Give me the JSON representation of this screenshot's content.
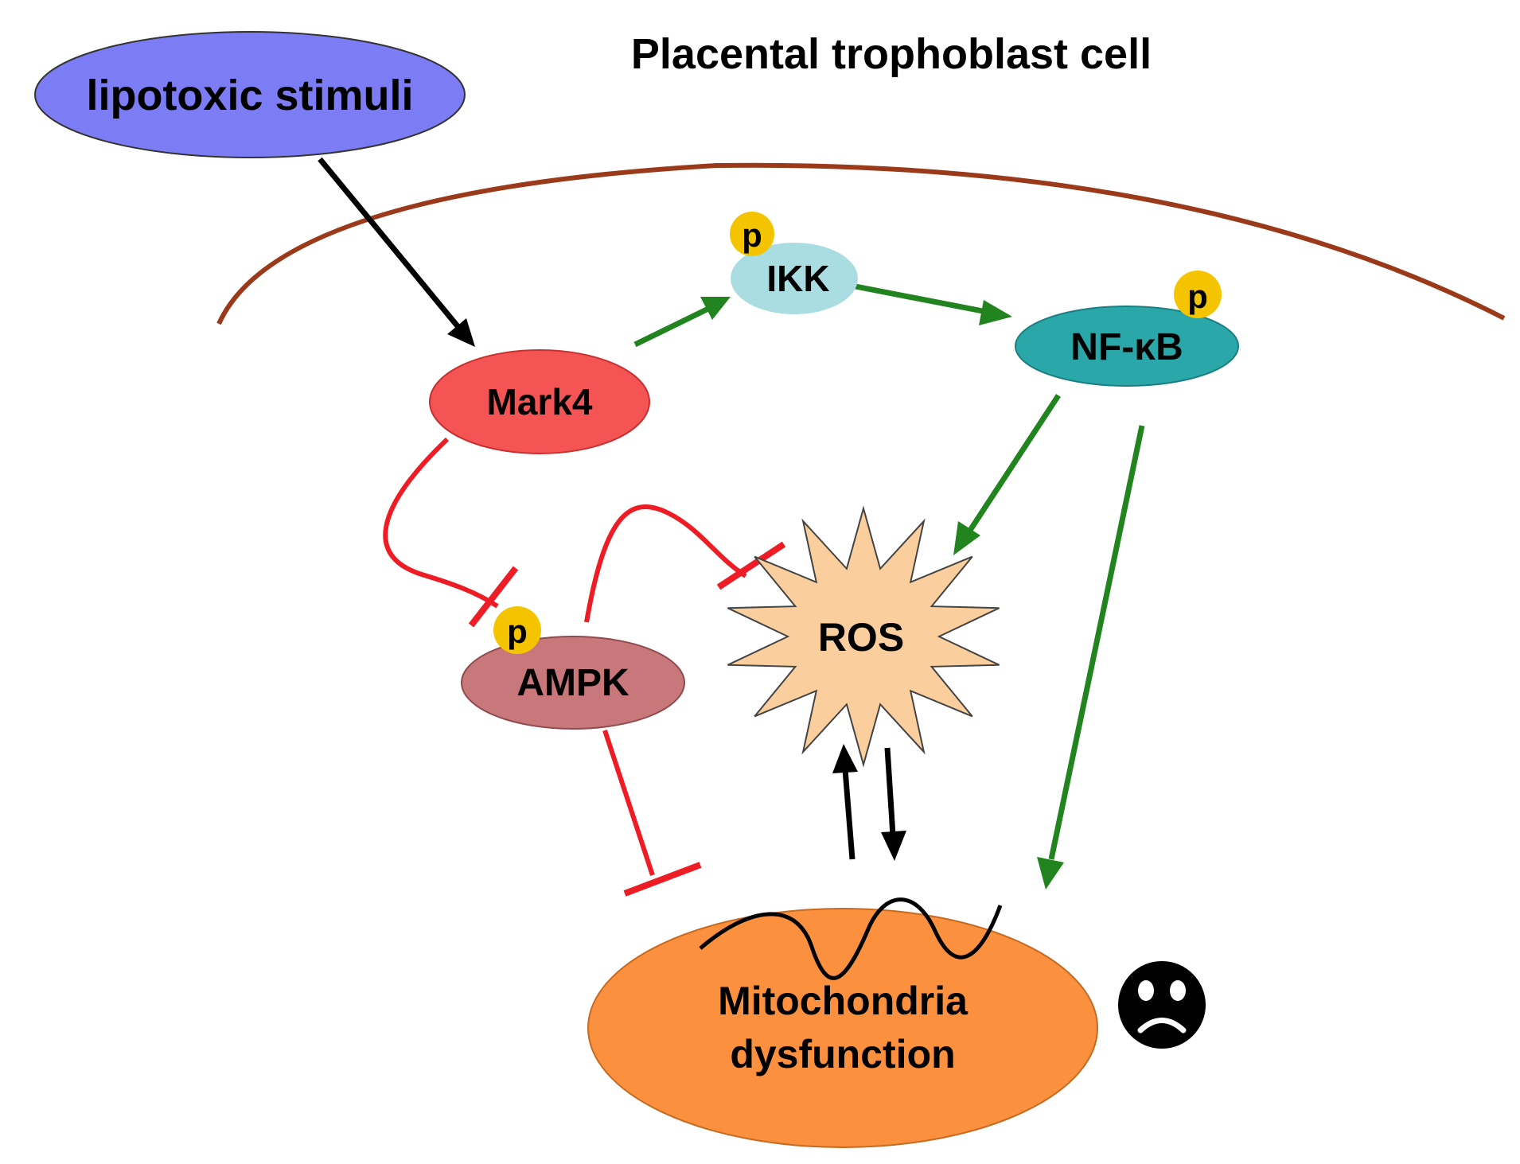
{
  "title": "Placental trophoblast cell",
  "nodes": {
    "stimulus": {
      "label": "lipotoxic stimuli",
      "color": "#7c7cf5"
    },
    "mark4": {
      "label": "Mark4",
      "color": "#f55454"
    },
    "ikk": {
      "label": "IKK",
      "color": "#a9dde2"
    },
    "nfkb": {
      "label": "NF-κB",
      "color": "#2aa7a9"
    },
    "ampk": {
      "label": "AMPK",
      "color": "#c8787b"
    },
    "ros": {
      "label": "ROS",
      "color": "#fbcf9d"
    },
    "mito": {
      "line1": "Mitochondria",
      "line2": "dysfunction",
      "color": "#fb913f"
    }
  },
  "phospho_badge": {
    "label": "p",
    "color": "#f5c400"
  },
  "colors": {
    "membrane": "#9b3a1a",
    "activation_black": "#000000",
    "activation_green": "#22841e",
    "inhibition_red": "#ee1c24"
  },
  "icons": {
    "sad_face": "sad-face-icon"
  }
}
